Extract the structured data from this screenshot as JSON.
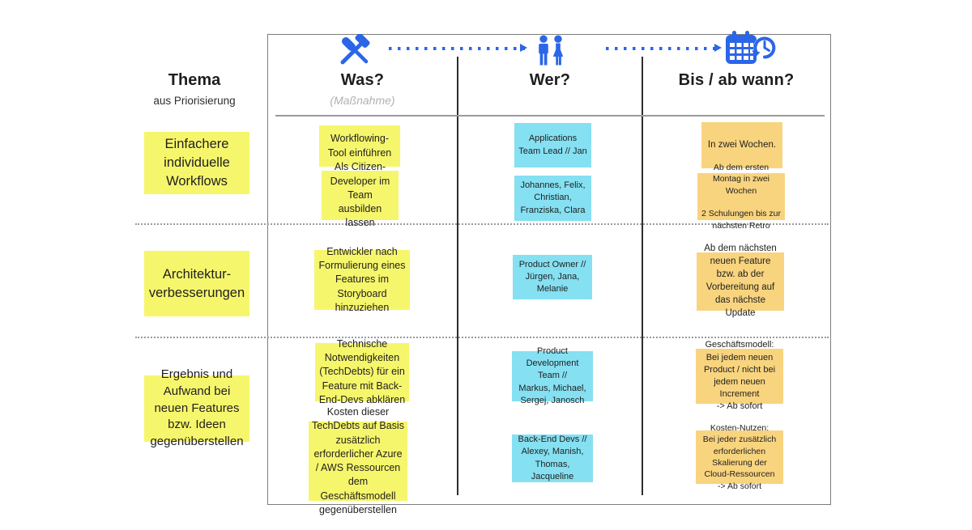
{
  "palette": {
    "yellow": "#f6f66c",
    "cyan": "#85e0f2",
    "orange": "#f9d47e",
    "blue": "#2b66e8",
    "ink": "#1e1e1e"
  },
  "left_panel": {
    "title": "Thema",
    "subtitle": "aus Priorisierung",
    "topics": [
      "Einfachere individuelle Workflows",
      "Architektur-verbesserungen",
      "Ergebnis und Aufwand bei neuen Features bzw. Ideen gegenüberstellen"
    ]
  },
  "table": {
    "columns": [
      {
        "label": "Was?",
        "sublabel": "(Maßnahme)",
        "icon": "tools-icon"
      },
      {
        "label": "Wer?",
        "icon": "people-icon"
      },
      {
        "label": "Bis / ab wann?",
        "icon": "calendar-clock-icon"
      }
    ],
    "rows": [
      {
        "was": [
          "Workflowing-Tool einführen",
          "Als Citizen-Developer im Team ausbilden lassen"
        ],
        "wer": [
          "Applications Team Lead // Jan",
          "Johannes, Felix, Christian, Franziska, Clara"
        ],
        "wann": [
          "In zwei Wochen.",
          "Ab dem ersten Montag in zwei Wochen\n\n2 Schulungen bis zur nächsten Retro"
        ]
      },
      {
        "was": [
          "Entwickler nach Formulierung eines Features im Storyboard hinzuziehen"
        ],
        "wer": [
          "Product Owner //\nJürgen, Jana, Melanie"
        ],
        "wann": [
          "Ab dem nächsten neuen Feature bzw. ab der Vorbereitung auf das nächste Update"
        ]
      },
      {
        "was": [
          "Technische Notwendigkeiten (TechDebts) für ein Feature mit Back-End-Devs abklären",
          "Kosten dieser TechDebts auf Basis zusätzlich erforderlicher Azure / AWS Ressourcen dem Geschäftsmodell gegenüberstellen"
        ],
        "wer": [
          "Product Development Team //\nMarkus, Michael, Sergej, Janosch",
          "Back-End Devs //\nAlexey, Manish, Thomas, Jacqueline"
        ],
        "wann": [
          "Geschäftsmodell:\nBei jedem neuen Product / nicht bei jedem neuen Increment\n-> Ab sofort",
          "Kosten-Nutzen:\nBei jeder zusätzlich erforderlichen Skalierung der Cloud-Ressourcen\n-> Ab sofort"
        ]
      }
    ]
  }
}
